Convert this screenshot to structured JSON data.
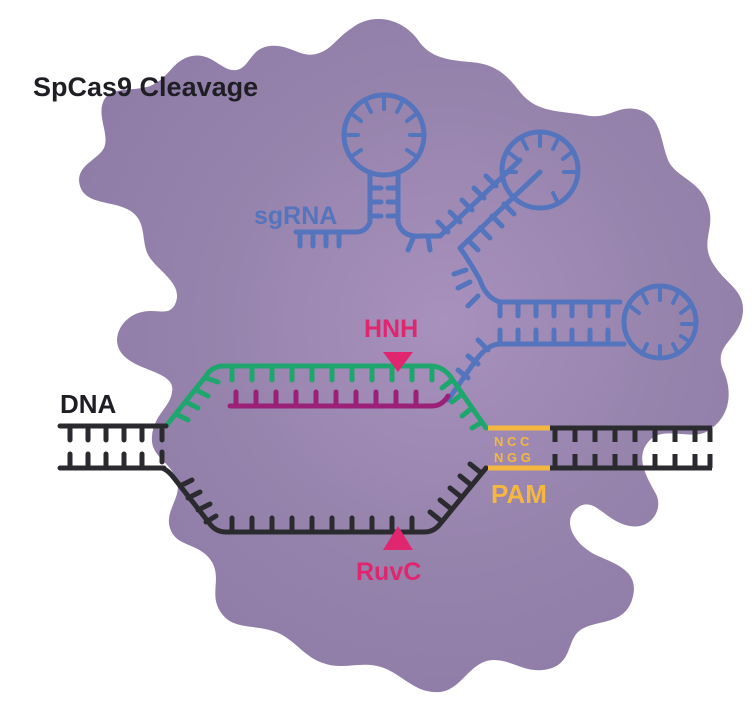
{
  "title": "SpCas9 Cleavage",
  "labels": {
    "sgrna": "sgRNA",
    "hnh": "HNH",
    "dna": "DNA",
    "ruvc": "RuvC",
    "pam": "PAM",
    "pam_top": "N C C",
    "pam_bottom": "N G G"
  },
  "colors": {
    "protein": "#9a86b0",
    "sgrna": "#5474bd",
    "target_strand": "#1fa66f",
    "guide": "#9a2078",
    "dna": "#2b2b2f",
    "cut": "#e0266e",
    "pam": "#f5b740",
    "title": "#1e1e24"
  }
}
